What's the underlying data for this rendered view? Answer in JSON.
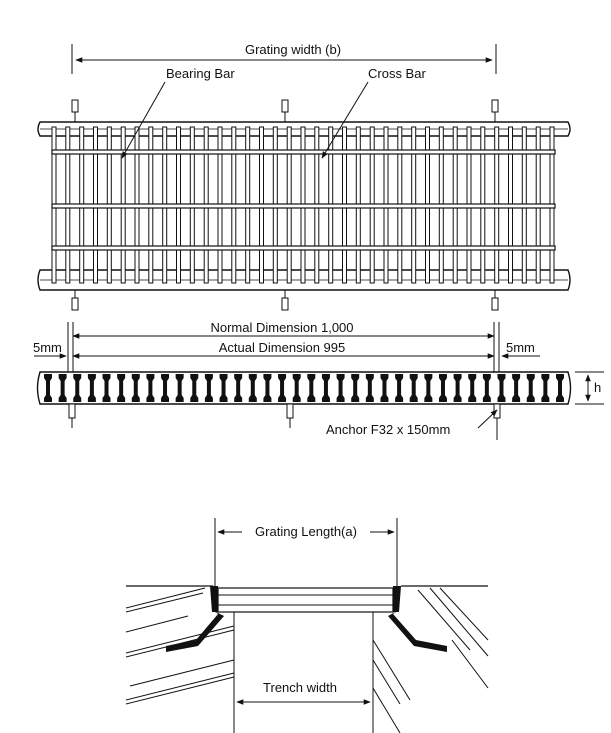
{
  "labels": {
    "grating_width": "Grating width (b)",
    "bearing_bar": "Bearing Bar",
    "cross_bar": "Cross Bar",
    "normal_dimension": "Normal Dimension 1,000",
    "actual_dimension": "Actual Dimension 995",
    "gap_left": "5mm",
    "gap_right": "5mm",
    "height": "h",
    "anchor": "Anchor F32 x 150mm",
    "grating_length": "Grating Length(a)",
    "trench_width": "Trench width"
  }
}
